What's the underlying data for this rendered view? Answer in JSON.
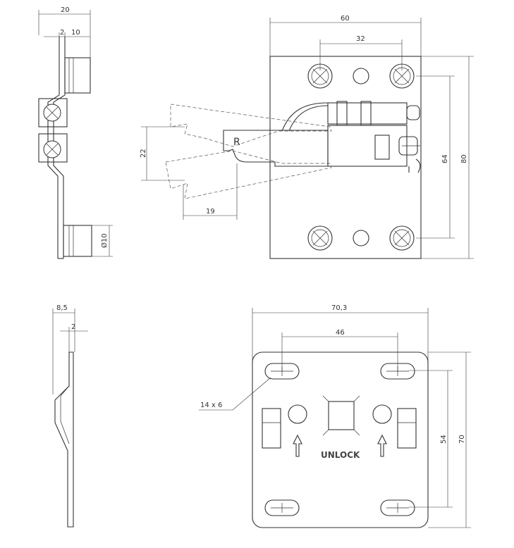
{
  "dimensions": {
    "side_width": "20",
    "side_thickness": "2",
    "side_offset": "10",
    "plate_width": "60",
    "hole_spacing": "32",
    "hole_vertical": "64",
    "plate_height": "80",
    "swing": "22",
    "lever_offset": "19",
    "pin_diameter": "Ø10",
    "lower_side_width": "8,5",
    "lower_thickness": "2",
    "lower_plate_width": "70,3",
    "lower_slot_spacing": "46",
    "lower_slot_vertical": "54",
    "lower_plate_height": "70"
  },
  "labels": {
    "slot_size": "14 x 6",
    "unlock": "UNLOCK",
    "r_mark": "R"
  }
}
